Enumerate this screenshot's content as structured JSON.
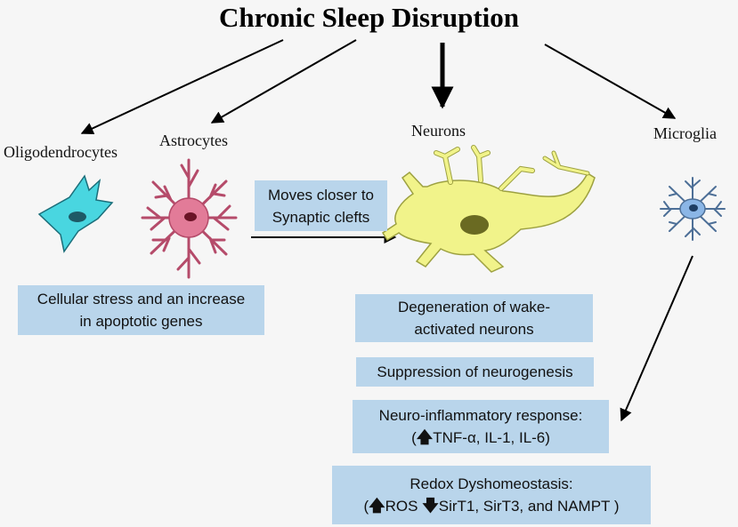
{
  "title": "Chronic Sleep Disruption",
  "cells": {
    "oligodendrocytes": "Oligodendrocytes",
    "astrocytes": "Astrocytes",
    "neurons": "Neurons",
    "microglia": "Microglia"
  },
  "boxes": {
    "synaptic": {
      "line1": "Moves closer to",
      "line2": "Synaptic clefts"
    },
    "stress": {
      "line1": "Cellular stress and an increase",
      "line2": "in apoptotic genes"
    },
    "degeneration": {
      "line1": "Degeneration of wake-",
      "line2": "activated neurons"
    },
    "suppression": {
      "line1": "Suppression of neurogenesis"
    },
    "inflammatory": {
      "line1": "Neuro-inflammatory response:",
      "up_symbol": "🡅",
      "line2_text": "TNF-α, IL-1, IL-6)",
      "open": "("
    },
    "redox": {
      "line1": "Redox Dyshomeostasis:",
      "open": "(",
      "up_symbol": "🡅",
      "up_text": "ROS ",
      "down_symbol": "🡇",
      "down_text": "SirT1, SirT3, and NAMPT )"
    }
  },
  "colors": {
    "box": "#b9d5eb",
    "oligodendrocyte": "#49d6e0",
    "astrocyte": "#e27b98",
    "neuron": "#f1f38a",
    "microglia": "#8bb6e6"
  }
}
